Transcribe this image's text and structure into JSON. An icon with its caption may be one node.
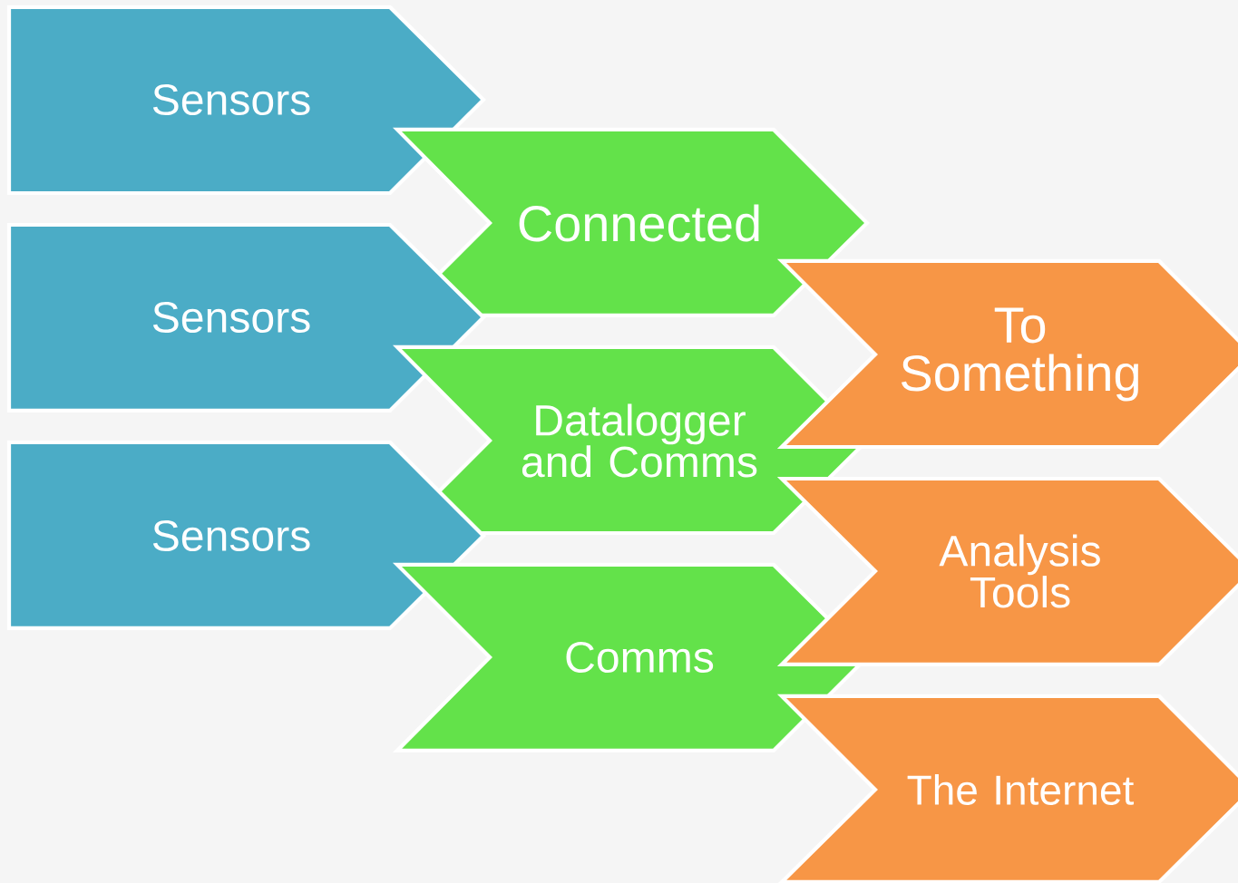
{
  "diagram": {
    "nodes": [
      {
        "text": [
          "Sensors"
        ]
      },
      {
        "text": [
          "Sensors"
        ]
      },
      {
        "text": [
          "Sensors"
        ]
      },
      {
        "text": [
          "Connected"
        ]
      },
      {
        "text": [
          "Datalogger and Comms"
        ]
      },
      {
        "text": [
          "Comms"
        ]
      },
      {
        "text": [
          "To Something"
        ]
      },
      {
        "text": [
          "Analysis Tools"
        ]
      },
      {
        "text": [
          "The Internet"
        ]
      }
    ]
  }
}
